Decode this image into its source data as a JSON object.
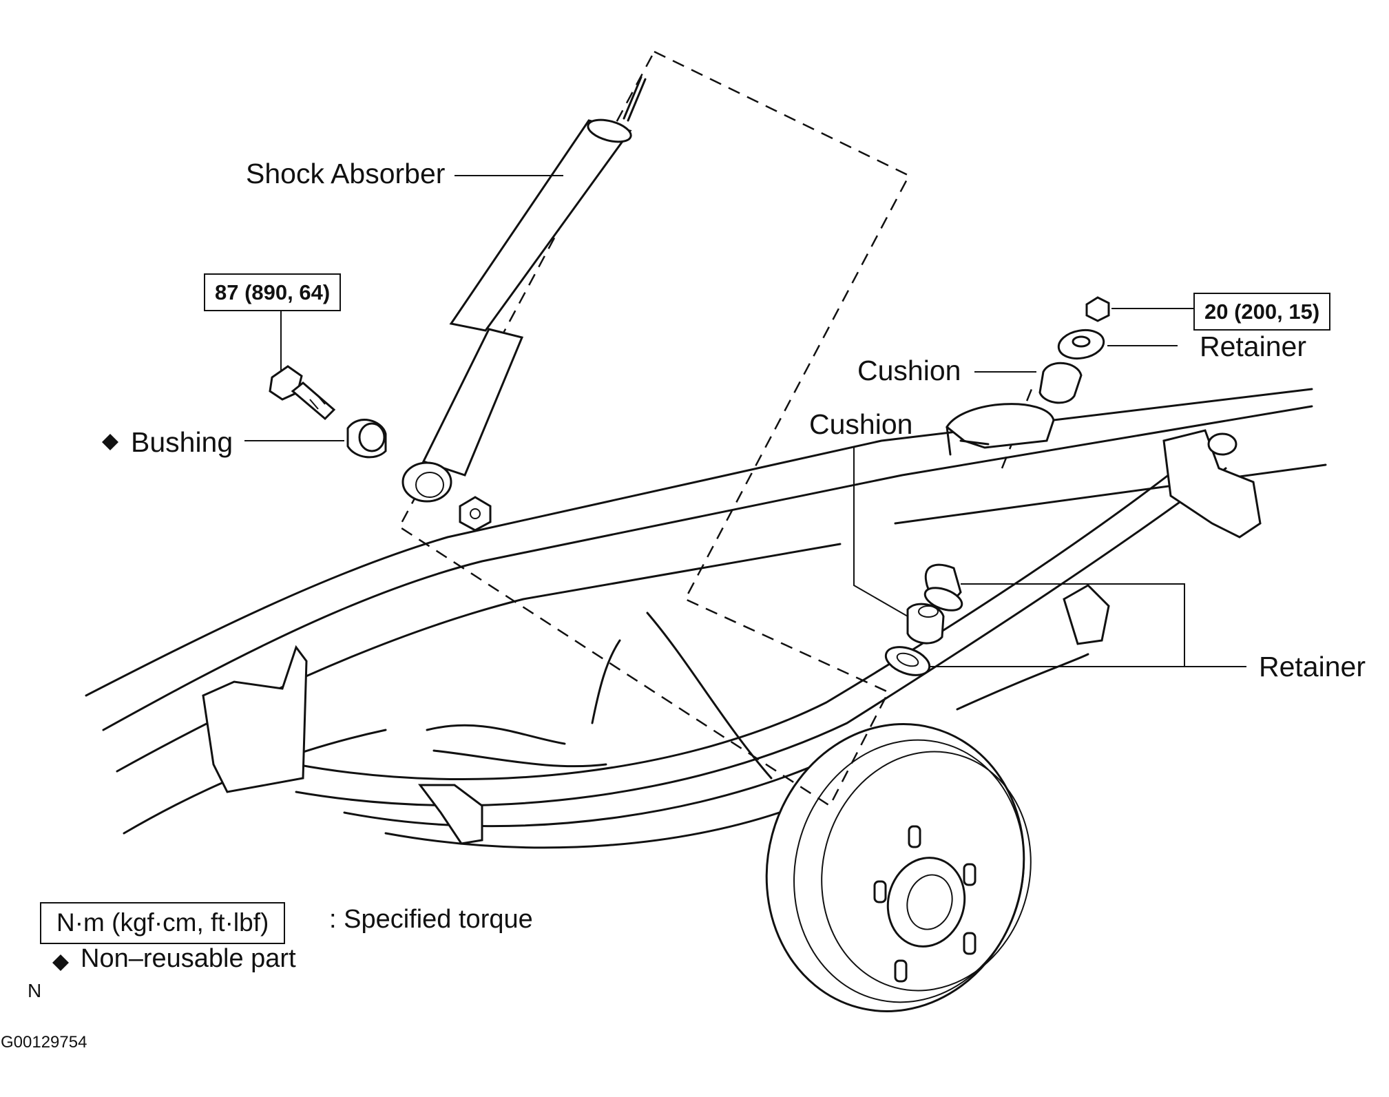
{
  "labels": {
    "shock_absorber": "Shock Absorber",
    "bushing": "Bushing",
    "cushion_upper": "Cushion",
    "cushion_lower": "Cushion",
    "retainer_upper": "Retainer",
    "retainer_lower": "Retainer"
  },
  "torque": {
    "lower_bolt": "87 (890, 64)",
    "upper_nut": "20 (200, 15)"
  },
  "legend": {
    "torque_unit": "N·m (kgf·cm, ft·lbf)",
    "torque_desc": ": Specified torque",
    "nonreusable_desc": "Non–reusable part",
    "marker": "◆"
  },
  "footer": {
    "note_letter": "N",
    "figure_id": "G00129754"
  },
  "icons": {
    "nonreusable": "diamond-icon"
  }
}
